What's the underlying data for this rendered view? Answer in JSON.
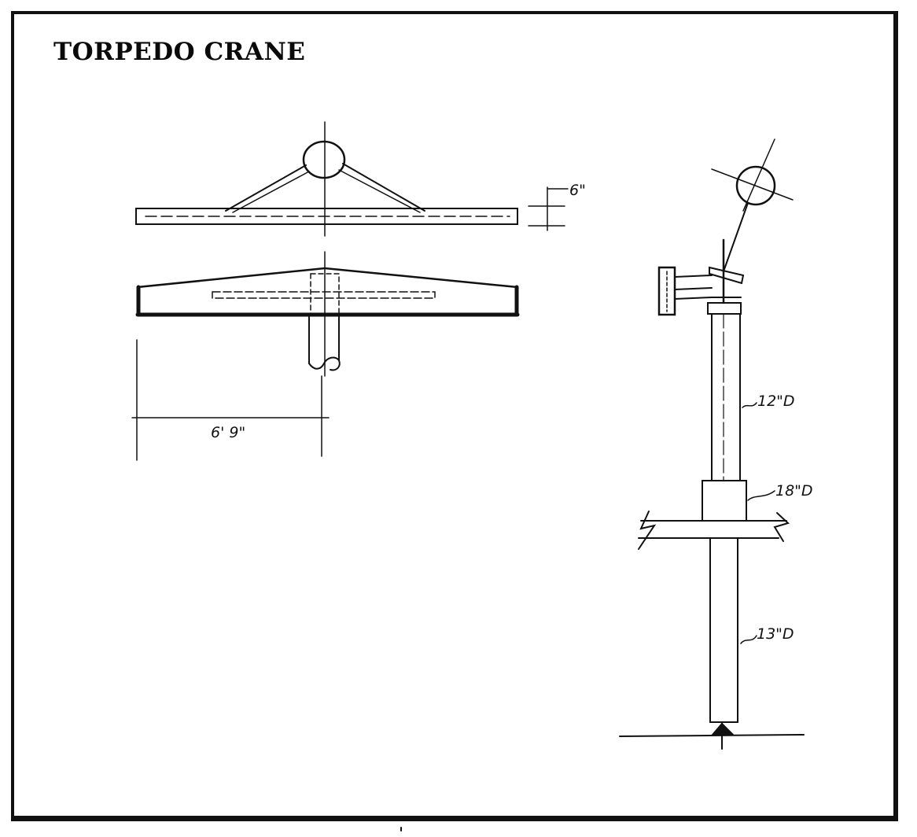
{
  "title": "TORPEDO CRANE",
  "dimensions": {
    "beam_depth": "6\"",
    "beam_half_span": "6' 9\"",
    "upper_post_dia": "12\"D",
    "collar_dia": "18\"D",
    "lower_post_dia": "13\"D"
  },
  "colors": {
    "ink": "#111111",
    "paper": "#ffffff"
  }
}
